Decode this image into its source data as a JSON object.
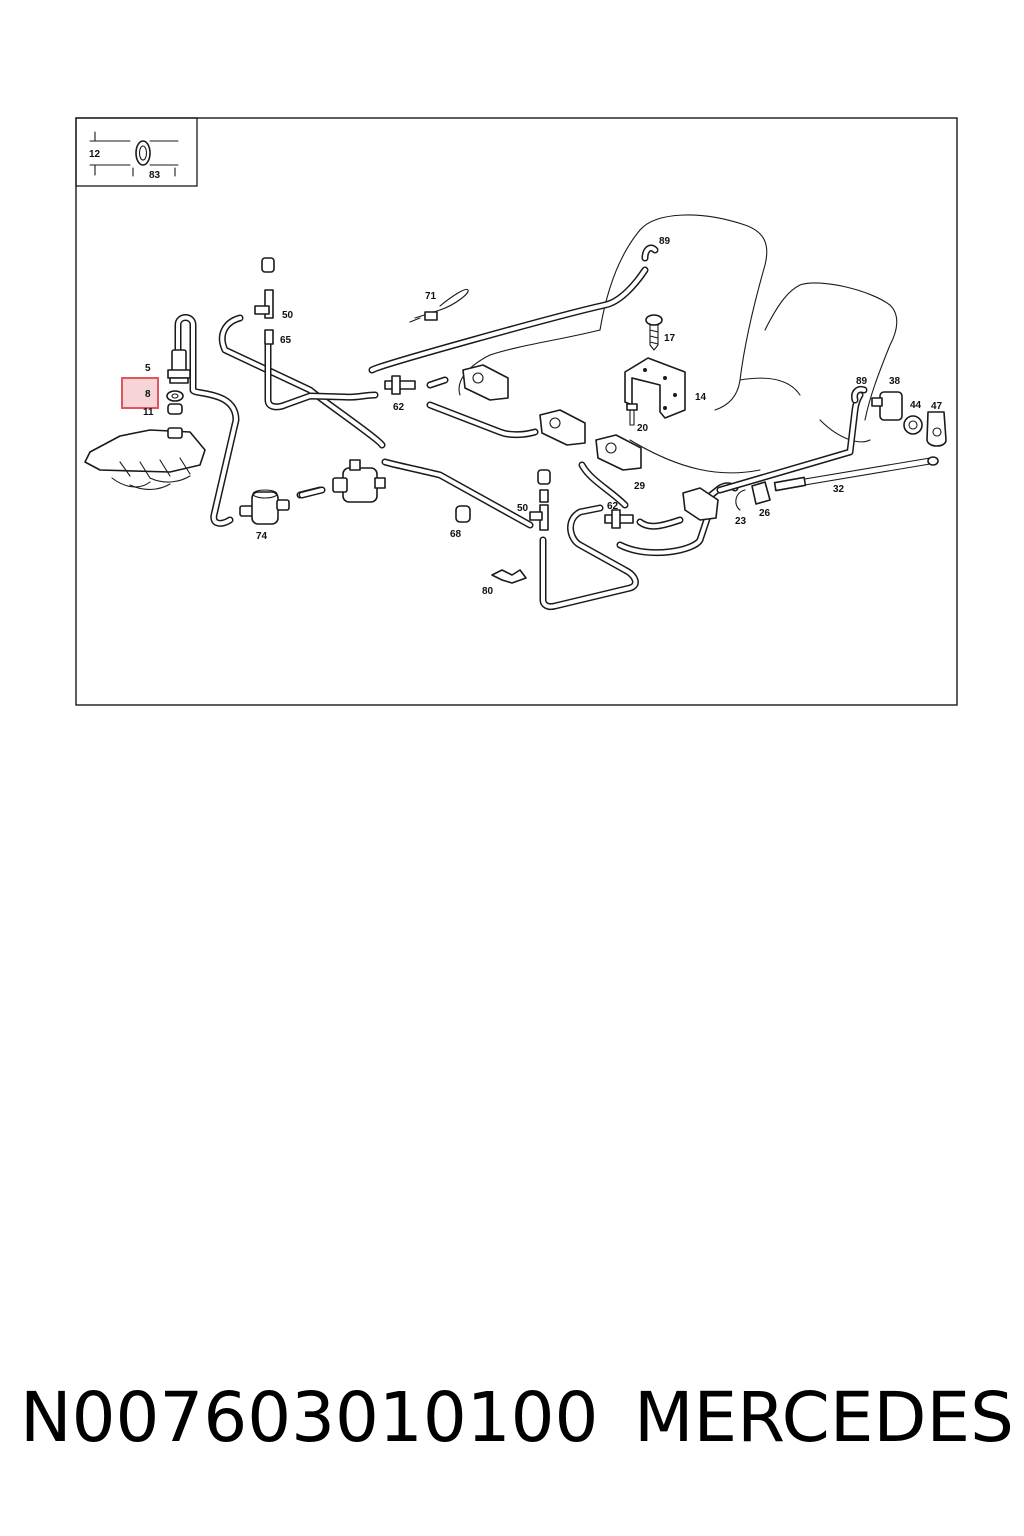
{
  "diagram": {
    "inset_labels": [
      "12",
      "83"
    ],
    "part_labels": {
      "p5": "5",
      "p8": "8",
      "p11": "11",
      "p50a": "50",
      "p65": "65",
      "p74": "74",
      "p71": "71",
      "p62a": "62",
      "p89a": "89",
      "p17": "17",
      "p14": "14",
      "p20": "20",
      "p89b": "89",
      "p38": "38",
      "p44": "44",
      "p47": "47",
      "p32": "32",
      "p29": "29",
      "p26": "26",
      "p23": "23",
      "p62b": "62",
      "p50b": "50",
      "p68": "68",
      "p80": "80"
    },
    "highlighted_part": "8",
    "highlight_color": "#e05560"
  },
  "footer": {
    "part_number": "N007603010100",
    "brand": "MERCEDES"
  }
}
